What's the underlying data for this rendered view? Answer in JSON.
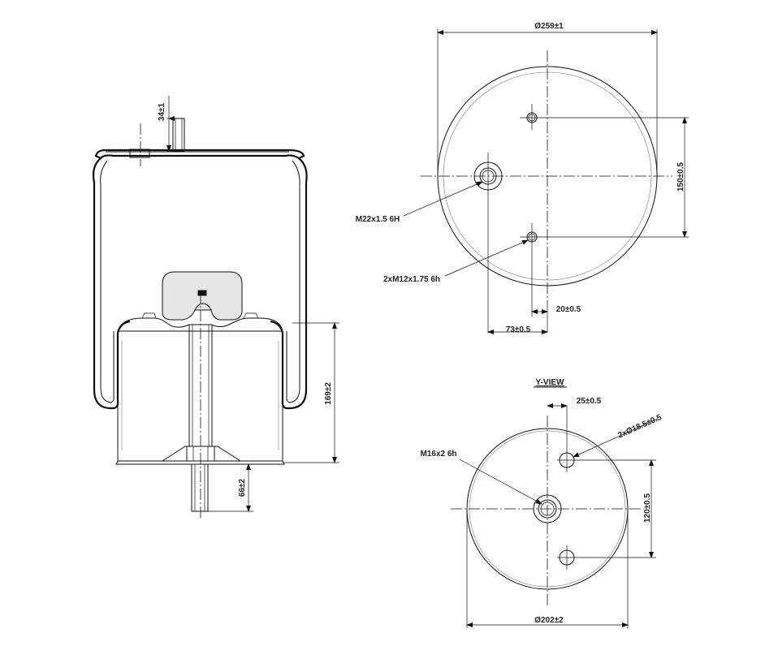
{
  "labels": {
    "height_top": "34±1",
    "height_body": "169±2",
    "height_stud": "66±2",
    "top_diameter": "Ø259±1",
    "top_hole_spacing": "150±0.5",
    "top_thread_center": "M22x1.5 6H",
    "top_thread_side": "2xM12x1.75 6h",
    "top_offset_small": "20±0.5",
    "top_offset_large": "73±0.5",
    "view_title": "Y-VIEW",
    "bottom_offset": "25±0.5",
    "bottom_holes": "2xØ18.5±0.5",
    "bottom_thread": "M16x2 6h",
    "bottom_hole_spacing": "120±0.5",
    "bottom_diameter": "Ø202±2"
  }
}
